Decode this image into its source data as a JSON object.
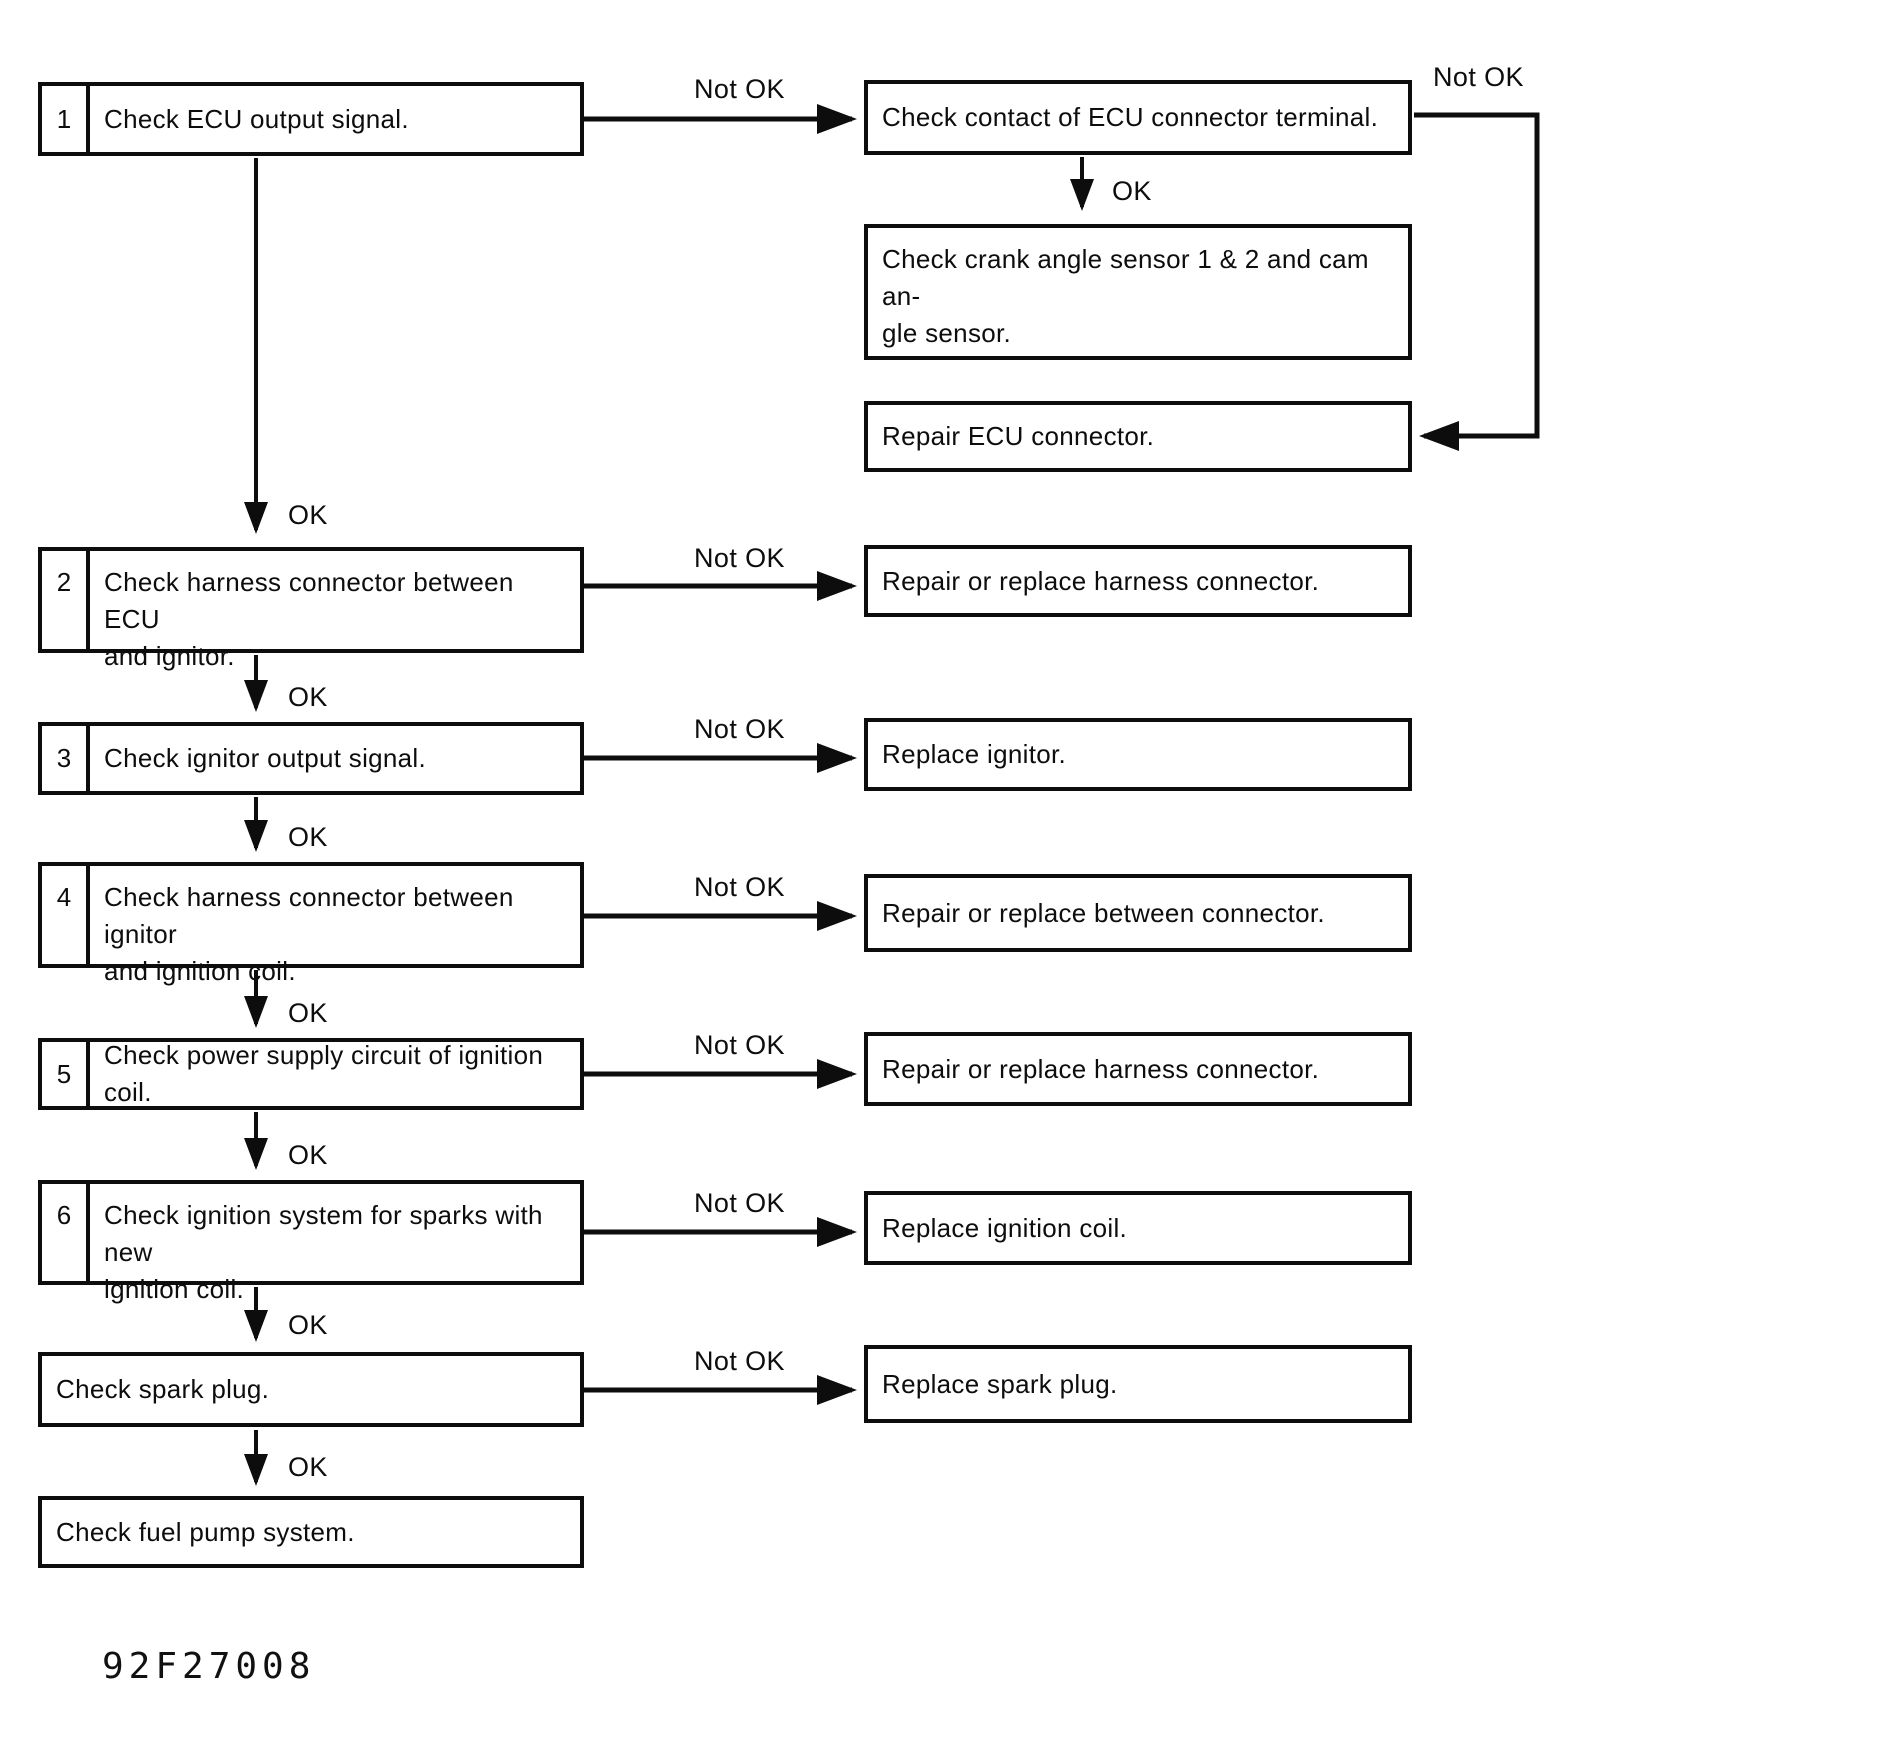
{
  "figure_code": "92F27008",
  "labels": {
    "ok": "OK",
    "not_ok": "Not OK"
  },
  "steps": [
    {
      "num": "1",
      "text": "Check ECU output signal."
    },
    {
      "num": "2",
      "text": "Check harness connector between ECU\nand ignitor."
    },
    {
      "num": "3",
      "text": "Check ignitor output signal."
    },
    {
      "num": "4",
      "text": "Check harness connector between ignitor\nand ignition coil."
    },
    {
      "num": "5",
      "text": "Check power supply circuit of ignition coil."
    },
    {
      "num": "6",
      "text": "Check ignition system for sparks with new\nignition coil."
    },
    {
      "num": "",
      "text": "Check spark plug."
    },
    {
      "num": "",
      "text": "Check fuel pump system."
    }
  ],
  "actions": [
    {
      "text": "Check contact of ECU connector terminal."
    },
    {
      "text": "Check crank angle sensor 1 & 2 and cam an-\ngle sensor."
    },
    {
      "text": "Repair ECU connector."
    },
    {
      "text": "Repair or replace harness connector."
    },
    {
      "text": "Replace ignitor."
    },
    {
      "text": "Repair or replace between connector."
    },
    {
      "text": "Repair or replace harness connector."
    },
    {
      "text": "Replace ignition coil."
    },
    {
      "text": "Replace spark plug."
    }
  ]
}
